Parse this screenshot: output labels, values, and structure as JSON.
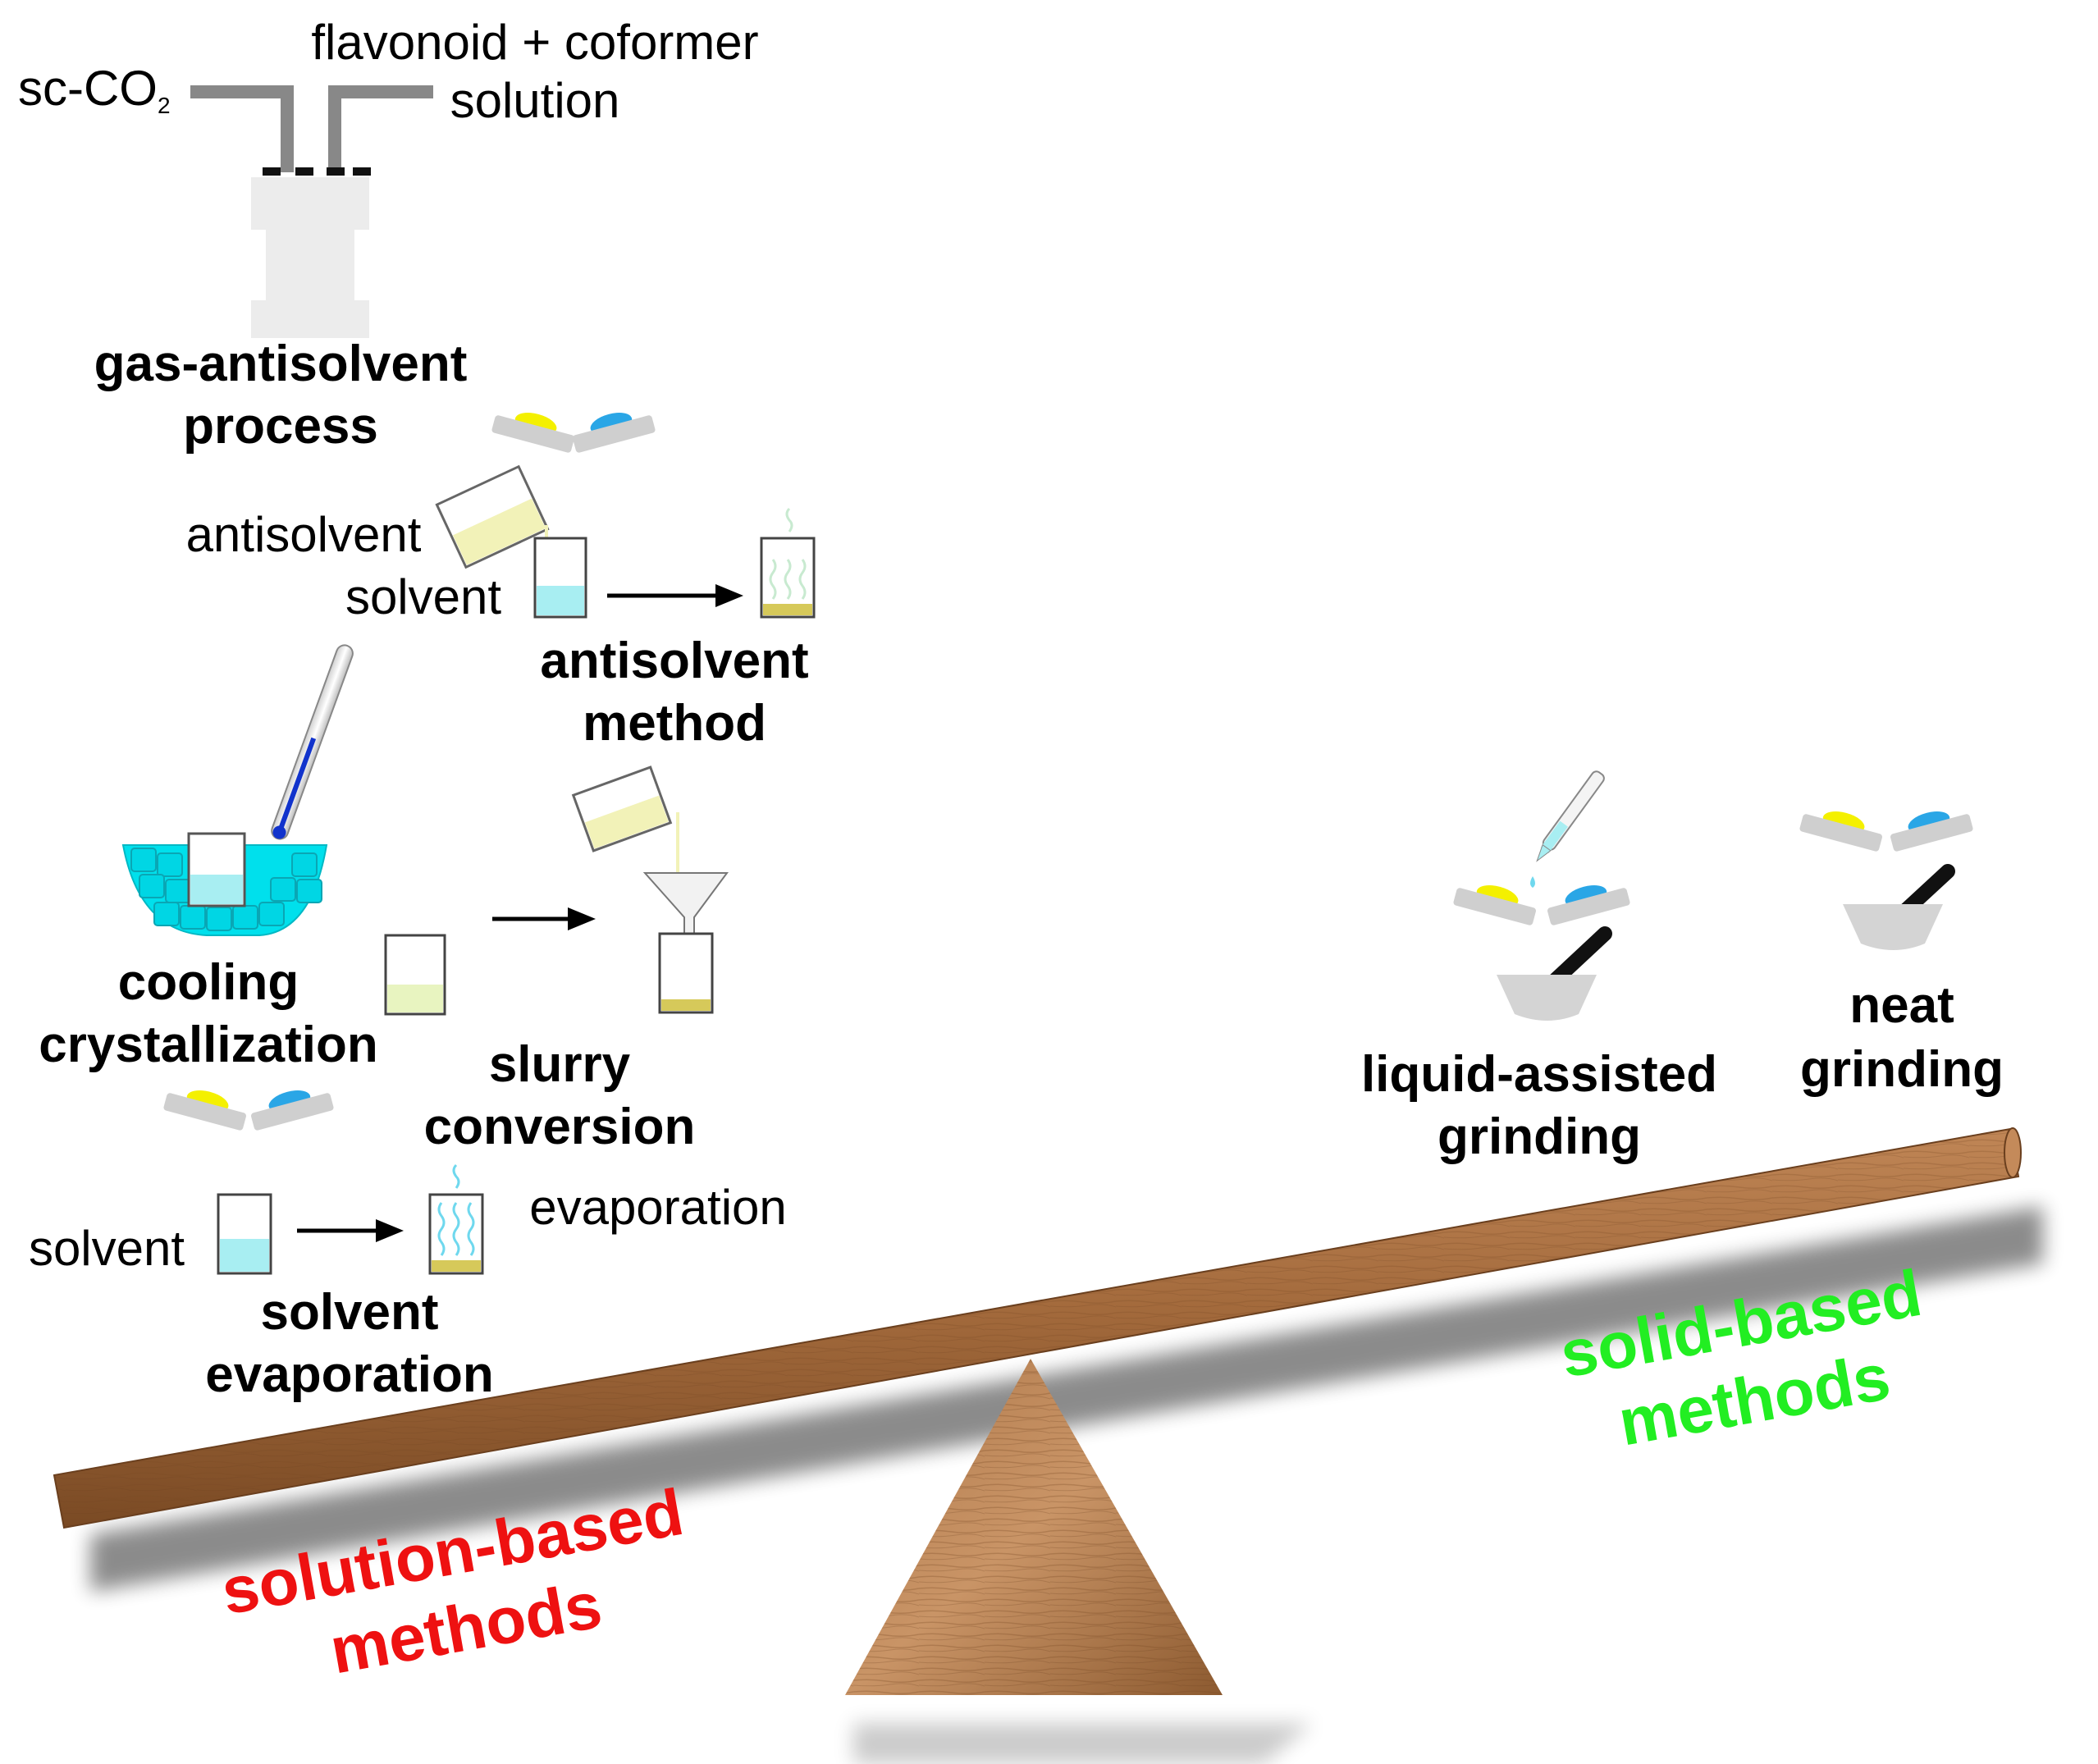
{
  "gas_antisolvent": {
    "inlet_left": "sc-CO",
    "inlet_left_subscript": "2",
    "inlet_right_line1": "flavonoid + coformer",
    "inlet_right_line2": "solution",
    "title_line1": "gas-antisolvent",
    "title_line2": "process"
  },
  "antisolvent_method": {
    "antisolvent_label": "antisolvent",
    "solvent_label": "solvent",
    "title_line1": "antisolvent",
    "title_line2": "method"
  },
  "cooling": {
    "title_line1": "cooling",
    "title_line2": "crystallization"
  },
  "slurry": {
    "title_line1": "slurry",
    "title_line2": "conversion"
  },
  "solvent_evaporation": {
    "solvent_label": "solvent",
    "evaporation_label": "evaporation",
    "title_line1": "solvent",
    "title_line2": "evaporation"
  },
  "liquid_assisted": {
    "title_line1": "liquid-assisted",
    "title_line2": "grinding"
  },
  "neat": {
    "title_line1": "neat",
    "title_line2": "grinding"
  },
  "balance": {
    "left_label_line1": "solution-based",
    "left_label_line2": "methods",
    "right_label_line1": "solid-based",
    "right_label_line2": "methods",
    "colors": {
      "left": "#ee1111",
      "right": "#22ee22",
      "wood": "#9a6436",
      "coformer_yellow": "#f4f000",
      "coformer_blue": "#2aa6e6",
      "solvent_cyan": "#a8eef2",
      "antisolvent_yellow": "#f2f2b8",
      "precipitate": "#d6c95a"
    }
  }
}
